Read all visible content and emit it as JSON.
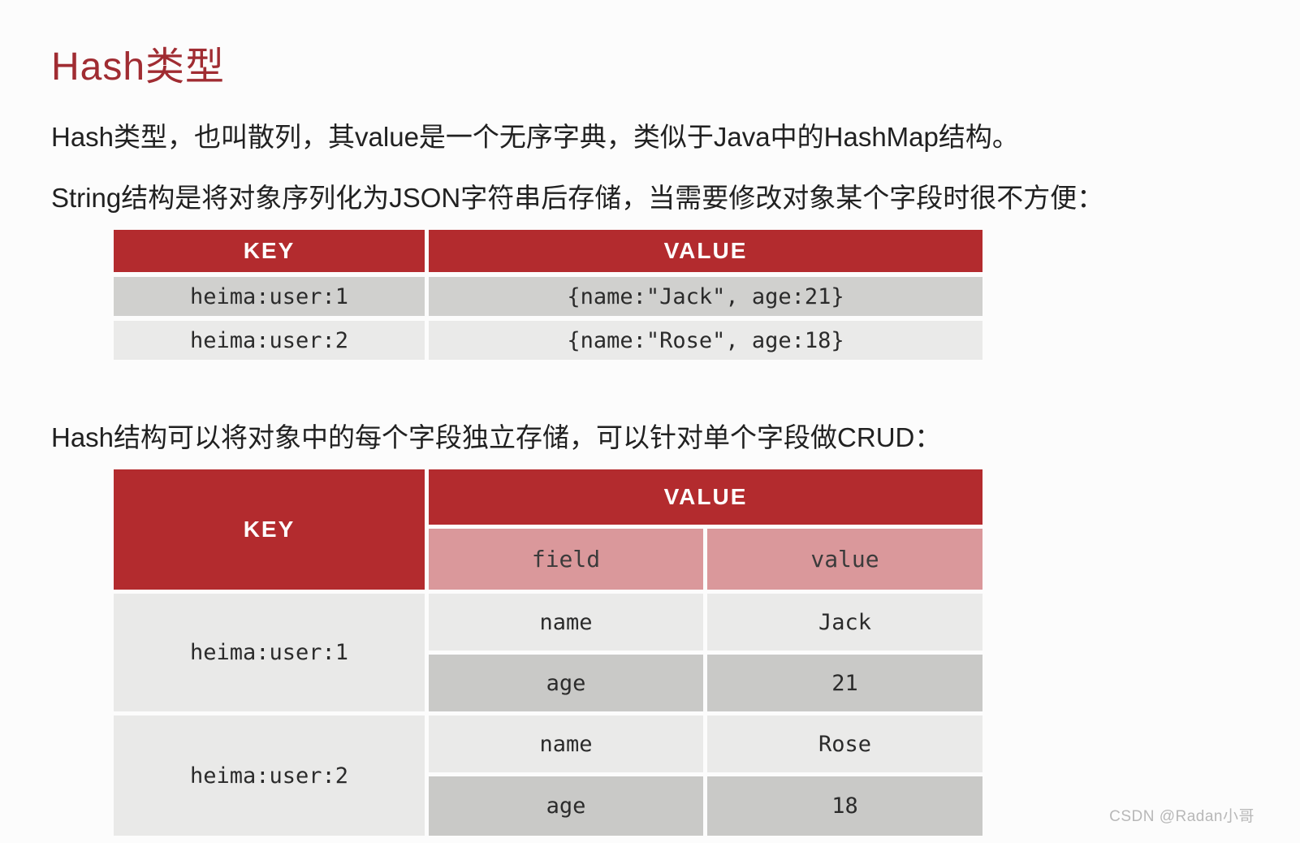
{
  "page": {
    "title": "Hash类型",
    "watermark": "CSDN @Radan小哥"
  },
  "paragraphs": {
    "intro": "Hash类型，也叫散列，其value是一个无序字典，类似于Java中的HashMap结构。",
    "string_limitation": "String结构是将对象序列化为JSON字符串后存储，当需要修改对象某个字段时很不方便：",
    "hash_benefit": "Hash结构可以将对象中的每个字段独立存储，可以针对单个字段做CRUD："
  },
  "string_table": {
    "headers": {
      "key": "KEY",
      "value": "VALUE"
    },
    "rows": [
      {
        "key": "heima:user:1",
        "value": "{name:\"Jack\", age:21}"
      },
      {
        "key": "heima:user:2",
        "value": "{name:\"Rose\", age:18}"
      }
    ]
  },
  "hash_table": {
    "headers": {
      "key": "KEY",
      "value": "VALUE",
      "field": "field",
      "field_value": "value"
    },
    "groups": [
      {
        "key": "heima:user:1",
        "entries": [
          {
            "field": "name",
            "value": "Jack"
          },
          {
            "field": "age",
            "value": "21"
          }
        ]
      },
      {
        "key": "heima:user:2",
        "entries": [
          {
            "field": "name",
            "value": "Rose"
          },
          {
            "field": "age",
            "value": "18"
          }
        ]
      }
    ]
  },
  "colors": {
    "title_red": "#A02C32",
    "header_red": "#B32B2E",
    "subheader_pink": "#DA989B",
    "row_light_gray": "#EAEAE9",
    "row_dark_gray": "#C9C9C7",
    "row_mid_gray": "#D0D0CE",
    "watermark_gray": "#B8B8B8"
  }
}
